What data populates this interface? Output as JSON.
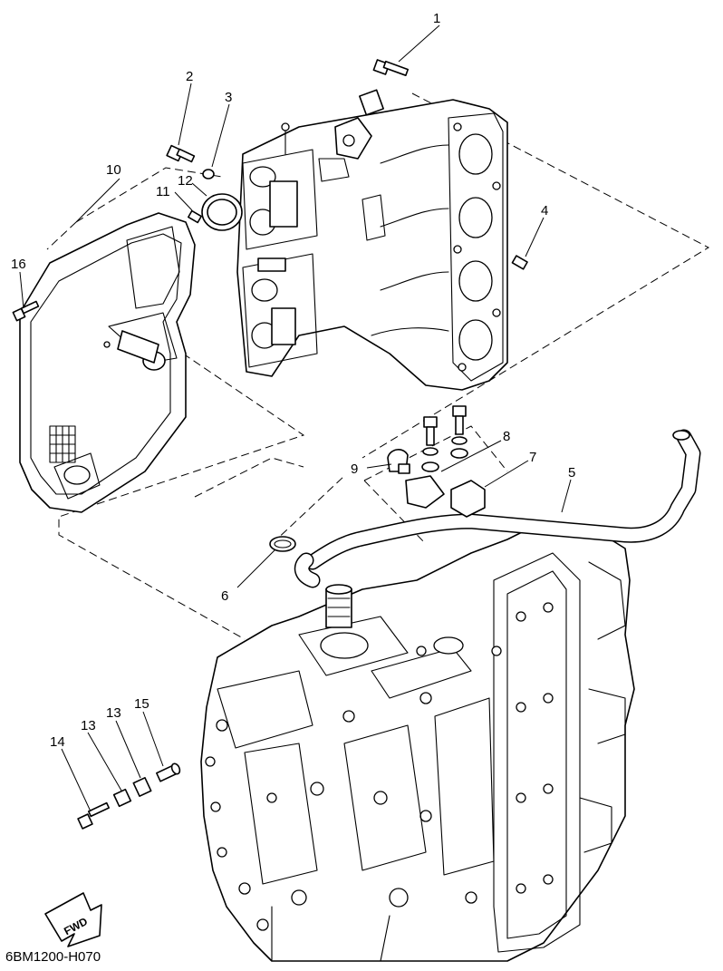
{
  "diagram": {
    "code": "6BM1200-H070",
    "fwd_label": "FWD",
    "callouts": [
      {
        "id": "1",
        "text": "1"
      },
      {
        "id": "2",
        "text": "2"
      },
      {
        "id": "3",
        "text": "3"
      },
      {
        "id": "4",
        "text": "4"
      },
      {
        "id": "5",
        "text": "5"
      },
      {
        "id": "6",
        "text": "6"
      },
      {
        "id": "7",
        "text": "7"
      },
      {
        "id": "8",
        "text": "8"
      },
      {
        "id": "9",
        "text": "9"
      },
      {
        "id": "10",
        "text": "10"
      },
      {
        "id": "11",
        "text": "11"
      },
      {
        "id": "12",
        "text": "12"
      },
      {
        "id": "13a",
        "text": "13"
      },
      {
        "id": "13b",
        "text": "13"
      },
      {
        "id": "14",
        "text": "14"
      },
      {
        "id": "15",
        "text": "15"
      },
      {
        "id": "16",
        "text": "16"
      }
    ]
  }
}
